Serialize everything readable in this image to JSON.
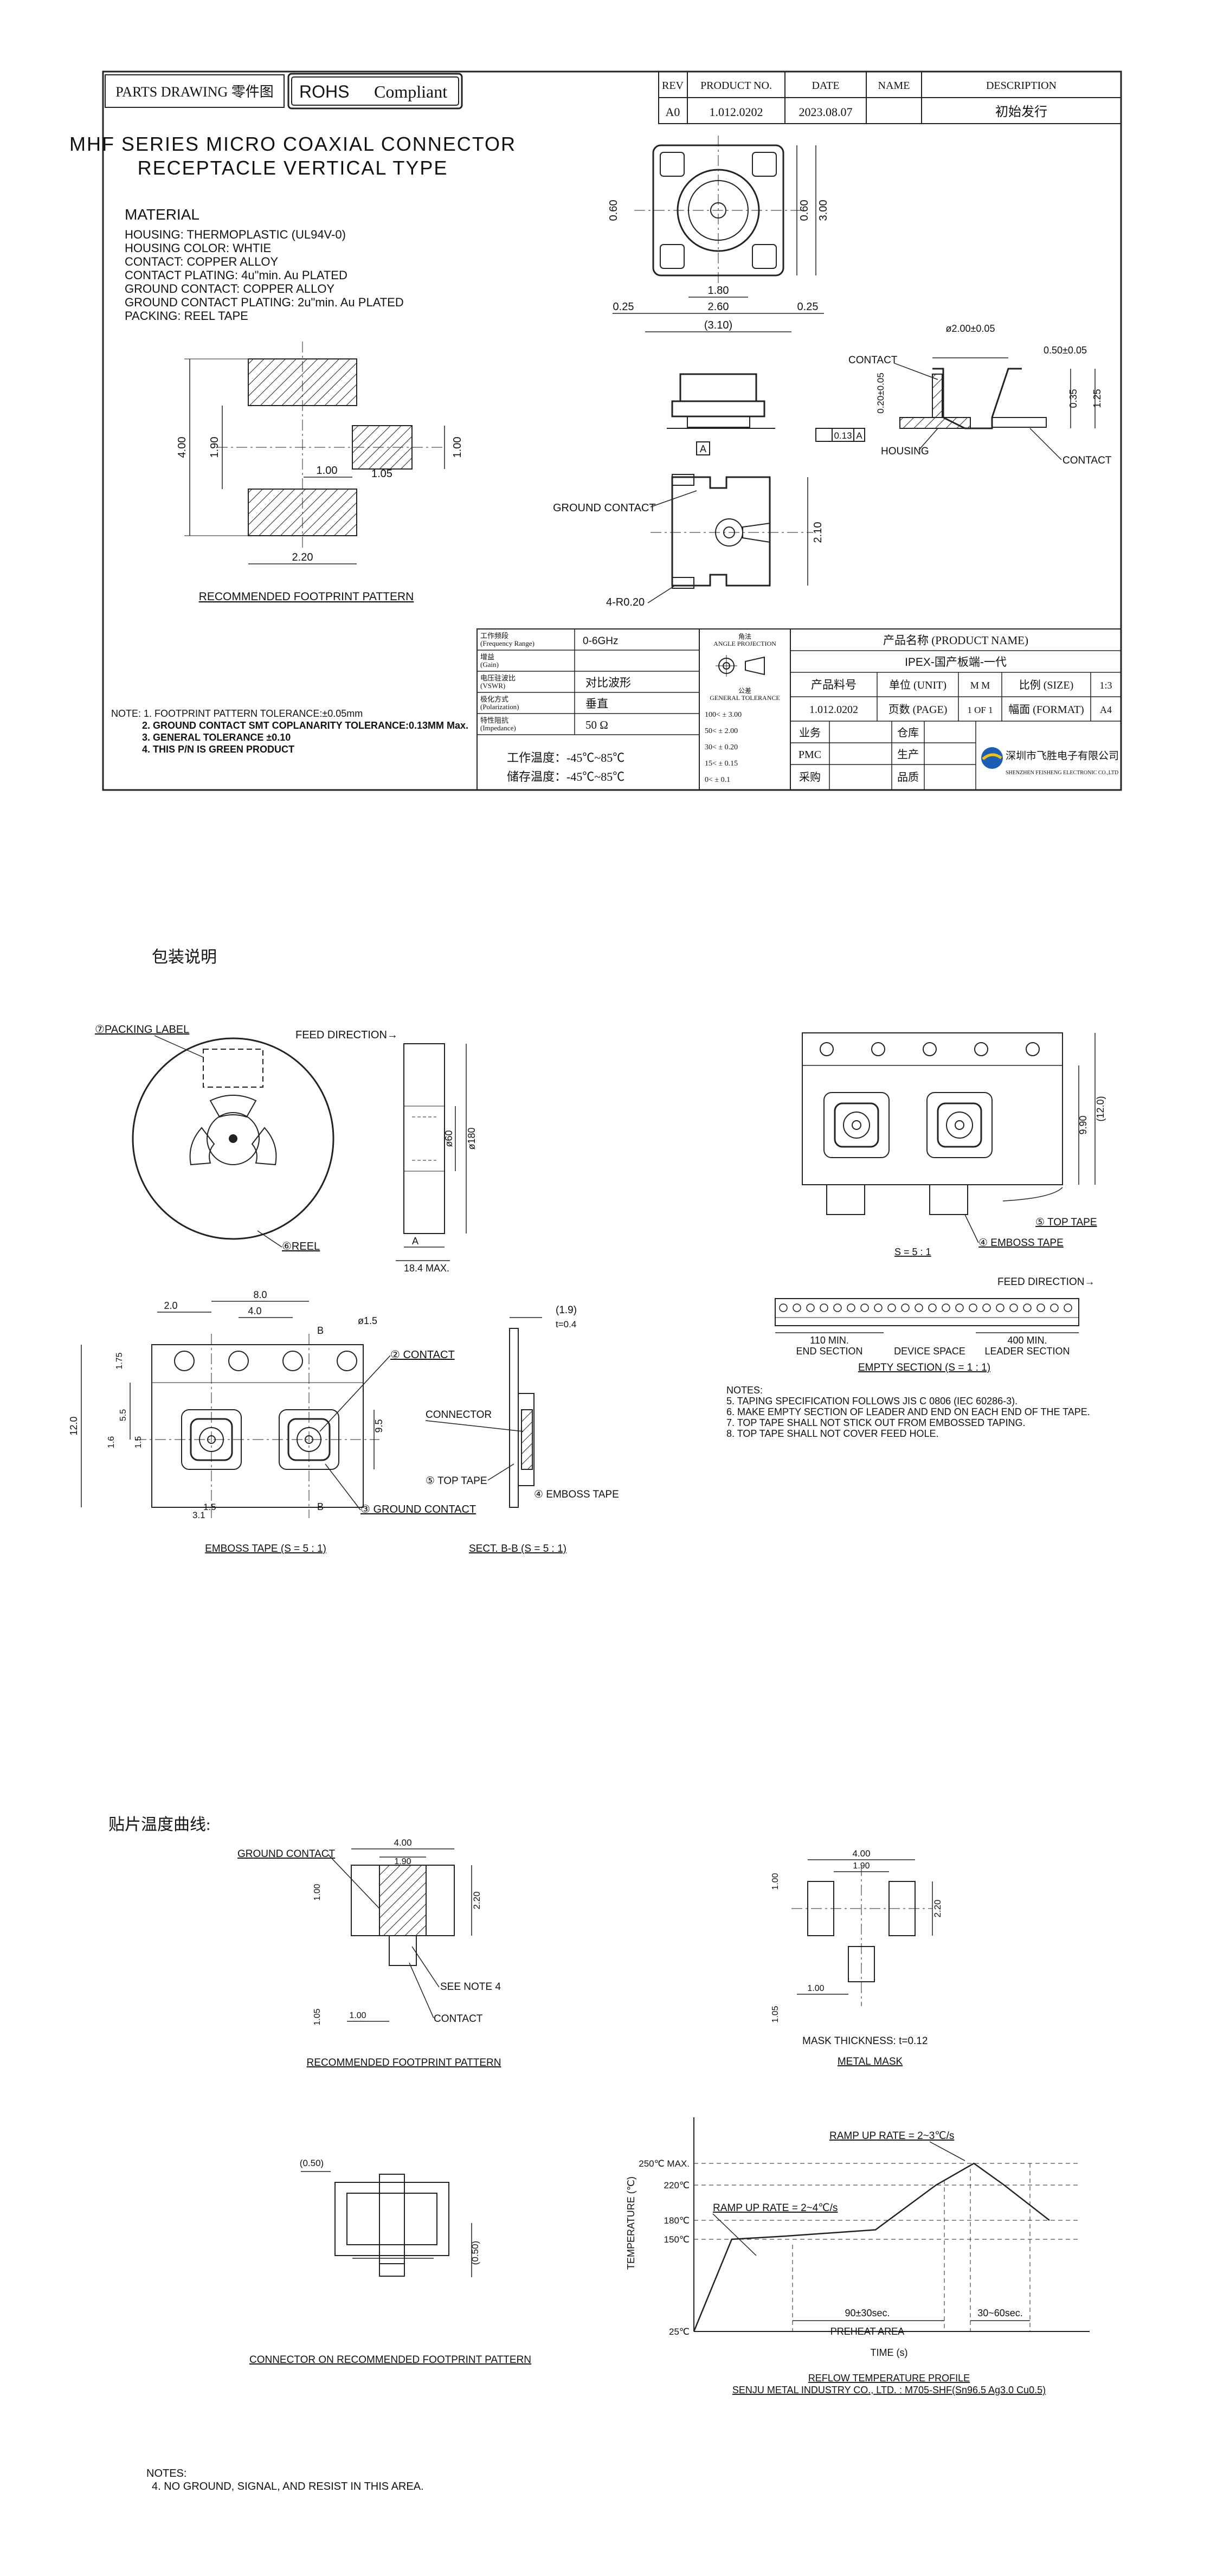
{
  "header": {
    "parts_drawing": "PARTS DRAWING 零件图",
    "rohs": "ROHS",
    "compliant": "Compliant",
    "title1": "MHF SERIES MICRO COAXIAL CONNECTOR",
    "title2": "RECEPTACLE VERTICAL TYPE"
  },
  "revision_table": {
    "headers": [
      "REV",
      "PRODUCT NO.",
      "DATE",
      "NAME",
      "DESCRIPTION"
    ],
    "row": [
      "A0",
      "1.012.0202",
      "2023.08.07",
      "",
      "初始发行"
    ]
  },
  "material": {
    "heading": "MATERIAL",
    "lines": [
      "HOUSING: THERMOPLASTIC (UL94V-0)",
      "HOUSING COLOR: WHTIE",
      "CONTACT: COPPER ALLOY",
      "CONTACT PLATING: 4u\"min. Au PLATED",
      "GROUND CONTACT: COPPER ALLOY",
      "GROUND CONTACT PLATING: 2u\"min. Au PLATED",
      "PACKING: REEL TAPE"
    ]
  },
  "footprint_top": {
    "caption": "RECOMMENDED FOOTPRINT PATTERN",
    "dims": [
      "4.00",
      "1.90",
      "1.00",
      "1.05",
      "1.00",
      "2.20"
    ]
  },
  "top_views": {
    "dims": [
      "0.60",
      "0.60",
      "3.00",
      "1.80",
      "0.25",
      "2.60",
      "0.25",
      "(3.10)",
      "2.10",
      "4-R0.20",
      "0.13",
      "A",
      "A"
    ],
    "ground_contact": "GROUND CONTACT",
    "contact": "CONTACT",
    "housing": "HOUSING",
    "contact2": "CONTACT",
    "section_dims": [
      "ø2.00±0.05",
      "0.50±0.05",
      "0.20±0.05",
      "0.35",
      "1.25"
    ]
  },
  "notes_top": {
    "lines": [
      "NOTE: 1. FOOTPRINT PATTERN TOLERANCE:±0.05mm",
      "2. GROUND CONTACT SMT COPLANARITY TOLERANCE:0.13MM Max.",
      "3. GENERAL TOLERANCE ±0.10",
      "4. THIS P/N IS GREEN PRODUCT"
    ]
  },
  "spec_table": {
    "rows": [
      {
        "label": "工作频段\n(Frequency Range)",
        "value": "0-6GHz"
      },
      {
        "label": "增益\n(Gain)",
        "value": ""
      },
      {
        "label": "电压驻波比\n(VSWR)",
        "value": "对比波形"
      },
      {
        "label": "极化方式\n(Polarization)",
        "value": "垂直"
      },
      {
        "label": "特性阻抗\n(Impedance)",
        "value": "50 Ω"
      }
    ],
    "temp_work": "工作温度：-45℃~85℃",
    "temp_store": "储存温度：-45℃~85℃",
    "projection": "角法\nANGLE PROJECTION",
    "general_tol": "公差\nGENERAL TOLERANCE",
    "tol_rows": [
      "100<  ± 3.00",
      "50<  ± 2.00",
      "30<  ± 0.20",
      "15<  ± 0.15",
      "0<  ± 0.1"
    ],
    "product_name_label": "产品名称 (PRODUCT NAME)",
    "product_name": "IPEX-国产板端-一代",
    "part_no_label": "产品料号",
    "unit_label": "单位 (UNIT)",
    "unit": "M M",
    "scale_label": "比例 (SIZE)",
    "scale": "1:3",
    "part_no": "1.012.0202",
    "page_label": "页数 (PAGE)",
    "page": "1 OF 1",
    "format_label": "幅面 (FORMAT)",
    "format": "A4",
    "sign_rows": [
      "业务",
      "PMC",
      "采购"
    ],
    "sign_rows2": [
      "仓库",
      "生产",
      "品质"
    ],
    "company": "深圳市飞胜电子有限公司",
    "company_en": "SHENZHEN FEISHENG ELECTRONIC CO.,LTD"
  },
  "packaging": {
    "heading": "包装说明",
    "packing_label": "⑦PACKING LABEL",
    "feed_direction": "FEED DIRECTION→",
    "reel": "⑥REEL",
    "dims_reel": [
      "ø60",
      "ø180",
      "A",
      "18.4 MAX."
    ],
    "top_tape": "⑤ TOP TAPE",
    "emboss_tape": "④ EMBOSS TAPE",
    "scale_5": "S = 5 : 1",
    "tape_dims": [
      "9.90",
      "(12.0)"
    ],
    "feed_direction2": "FEED DIRECTION→",
    "end_section": "END SECTION",
    "device_space": "DEVICE SPACE",
    "leader_section": "LEADER SECTION",
    "min110": "110 MIN.",
    "min400": "400 MIN.",
    "empty_section": "EMPTY SECTION (S = 1 : 1)",
    "notes": [
      "NOTES:",
      "5. TAPING SPECIFICATION FOLLOWS JIS C 0806 (IEC 60286-3).",
      "6. MAKE EMPTY SECTION OF LEADER AND END ON EACH END OF THE TAPE.",
      "7. TOP TAPE SHALL NOT STICK OUT FROM EMBOSSED TAPING.",
      "8. TOP TAPE SHALL NOT COVER FEED HOLE."
    ],
    "emboss_dims": [
      "8.0",
      "2.0",
      "4.0",
      "1.75",
      "ø1.5",
      "12.0",
      "5.5",
      "1.6",
      "1.5",
      "9.5",
      "3.1",
      "1.5",
      "B",
      "B"
    ],
    "contact": "② CONTACT",
    "ground_contact": "③ GROUND CONTACT",
    "emboss_caption": "EMBOSS TAPE (S = 5 : 1)",
    "connector": "CONNECTOR",
    "top_tape2": "⑤ TOP TAPE",
    "emboss_tape2": "④ EMBOSS TAPE",
    "section_caption": "SECT. B-B (S = 5 : 1)",
    "sect_dims": [
      "(1.9)",
      "t=0.4"
    ]
  },
  "reflow": {
    "heading": "贴片温度曲线:",
    "fp_caption": "RECOMMENDED FOOTPRINT PATTERN",
    "ground_contact": "GROUND CONTACT",
    "see_note": "SEE NOTE 4",
    "contact": "CONTACT",
    "fp_dims": [
      "4.00",
      "1.90",
      "1.00",
      "2.20",
      "1.00",
      "1.05"
    ],
    "mask_caption": "METAL MASK",
    "mask_thickness": "MASK THICKNESS: t=0.12",
    "mask_dims": [
      "4.00",
      "1.90",
      "1.00",
      "2.20",
      "1.00",
      "1.05"
    ],
    "connector_caption": "CONNECTOR ON RECOMMENDED FOOTPRINT PATTERN",
    "conn_dims": [
      "(0.50)",
      "(0.50)"
    ],
    "notes": [
      "NOTES:",
      "4. NO GROUND, SIGNAL, AND RESIST IN THIS AREA."
    ]
  },
  "chart_data": {
    "type": "line",
    "title": "",
    "xlabel": "TIME (s)",
    "ylabel": "TEMPERATURE (℃)",
    "y_ticks": [
      "250℃ MAX.",
      "220℃",
      "180℃",
      "150℃",
      "25℃"
    ],
    "series": [
      {
        "values_desc": "reflow profile",
        "points": [
          [
            0,
            25
          ],
          [
            25,
            150
          ],
          [
            60,
            155
          ],
          [
            120,
            165
          ],
          [
            160,
            220
          ],
          [
            185,
            250
          ],
          [
            205,
            220
          ],
          [
            235,
            180
          ]
        ]
      }
    ],
    "annotations": [
      "RAMP UP RATE = 2~3℃/s",
      "RAMP UP RATE = 2~4℃/s",
      "90±30sec.",
      "30~60sec.",
      "PREHEAT AREA"
    ],
    "caption1": "REFLOW TEMPERATURE PROFILE",
    "caption2": "SENJU METAL INDUSTRY CO., LTD. : M705-SHF(Sn96.5 Ag3.0 Cu0.5)"
  }
}
